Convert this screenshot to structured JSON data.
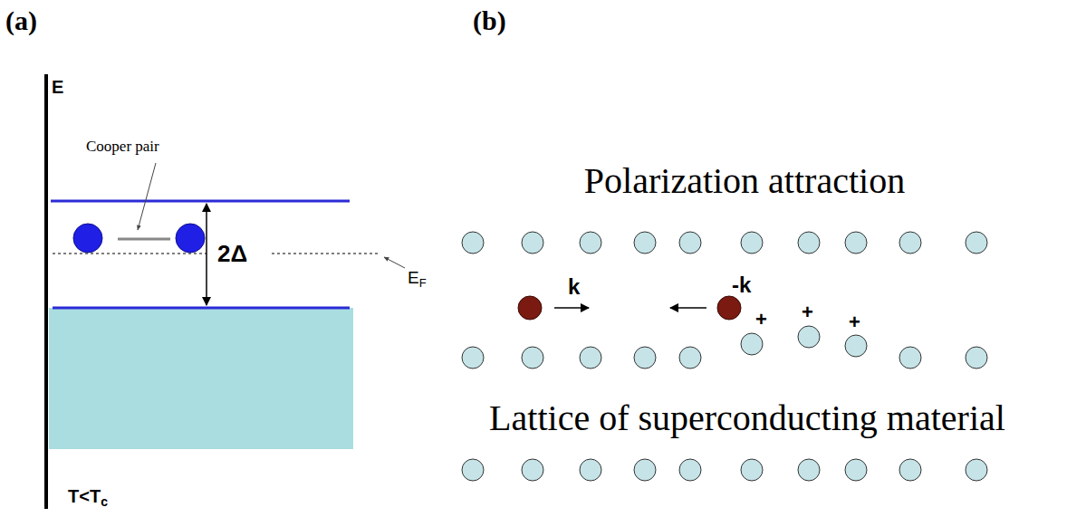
{
  "diagram": {
    "labels": [
      "(a)",
      "(b)",
      "E",
      "Cooper pair",
      "2Δ",
      "E",
      "F",
      "T<T",
      "c",
      "Polarization attraction",
      "k",
      "-k",
      "+",
      "+",
      "+",
      "Lattice of superconducting material"
    ]
  }
}
